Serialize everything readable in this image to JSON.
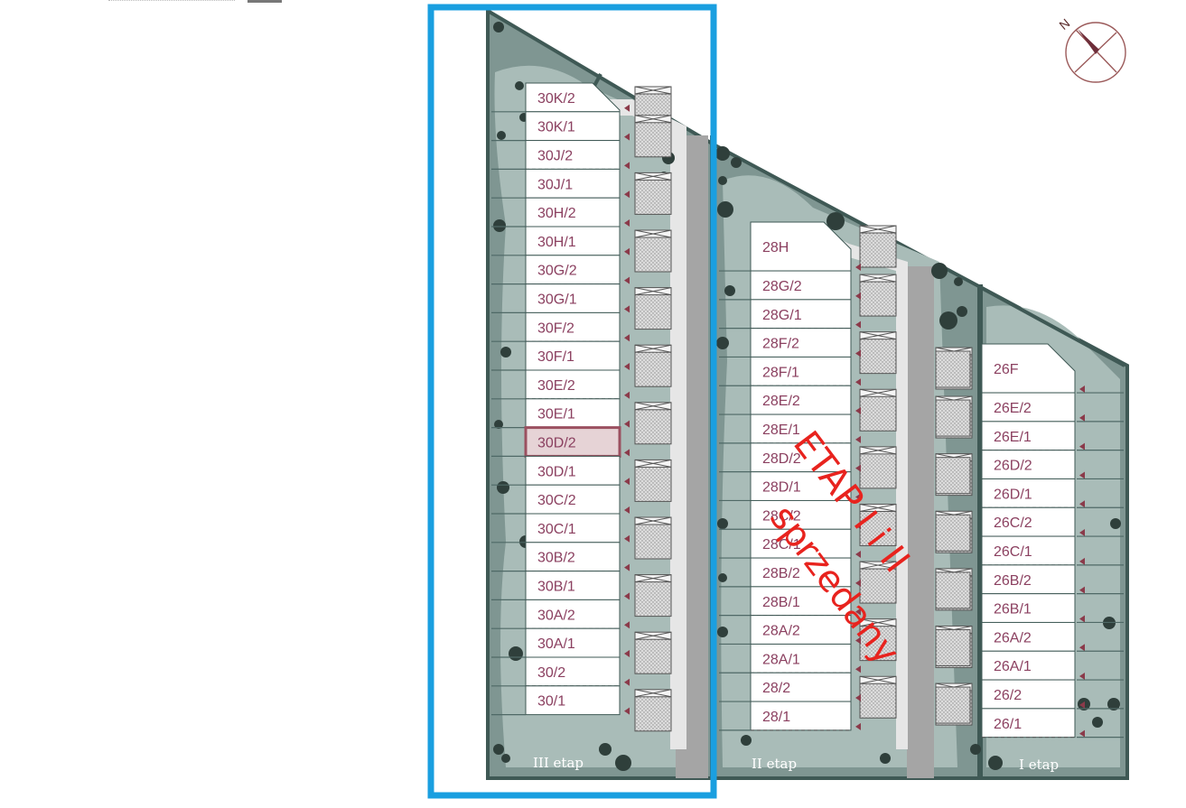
{
  "compass": {
    "letter": "N",
    "icon": "compass-rose-icon"
  },
  "stages": [
    {
      "id": "III",
      "label": "III etap"
    },
    {
      "id": "II",
      "label": "II etap"
    },
    {
      "id": "I",
      "label": "I etap"
    }
  ],
  "overlay": {
    "line1": "ETAP I i II",
    "line2": "sprzedany",
    "color": "#e8231e"
  },
  "selection": {
    "highlighted_unit": "30D/2",
    "frame_color": "#1a9fe0"
  },
  "colors": {
    "greenery": "#7f9692",
    "green_light": "#a9bcb8",
    "border": "#3f5955",
    "road": "#a5a5a5",
    "label": "#8b4060"
  },
  "units": {
    "col30": [
      "30K/2",
      "30K/1",
      "30J/2",
      "30J/1",
      "30H/2",
      "30H/1",
      "30G/2",
      "30G/1",
      "30F/2",
      "30F/1",
      "30E/2",
      "30E/1",
      "30D/2",
      "30D/1",
      "30C/2",
      "30C/1",
      "30B/2",
      "30B/1",
      "30A/2",
      "30A/1",
      "30/2",
      "30/1"
    ],
    "col28": [
      "28H",
      "28G/2",
      "28G/1",
      "28F/2",
      "28F/1",
      "28E/2",
      "28E/1",
      "28D/2",
      "28D/1",
      "28C/2",
      "28C/1",
      "28B/2",
      "28B/1",
      "28A/2",
      "28A/1",
      "28/2",
      "28/1"
    ],
    "col26": [
      "26F",
      "26E/2",
      "26E/1",
      "26D/2",
      "26D/1",
      "26C/2",
      "26C/1",
      "26B/2",
      "26B/1",
      "26A/2",
      "26A/1",
      "26/2",
      "26/1"
    ]
  }
}
